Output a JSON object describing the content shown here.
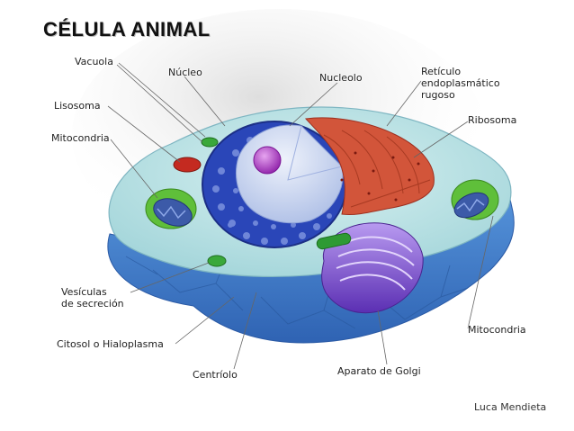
{
  "title": "CÉLULA ANIMAL",
  "author": "Luca Mendieta",
  "labels": {
    "vacuola": "Vacuola",
    "nucleo": "Núcleo",
    "nucleolo": "Nucleolo",
    "reticulo": [
      "Retículo",
      "endoplasmático",
      "rugoso"
    ],
    "lisosoma": "Lisosoma",
    "ribosoma": "Ribosoma",
    "mitocondria_left": "Mitocondria",
    "vesiculas": [
      "Vesículas",
      "de secreción"
    ],
    "citosol": "Citosol o Hialoplasma",
    "centriolo": "Centríolo",
    "golgi": "Aparato de Golgi",
    "mitocondria_right": "Mitocondria"
  },
  "colors": {
    "cytoplasm_top": "#b9e2e2",
    "membrane_side": "#3f7fc9",
    "nucleus": "#2a46b8",
    "nucleus_inner": "#c6d2f0",
    "nucleolus": "#b23ec4",
    "reticulum": "#d2553a",
    "golgi": "#7b4fd0",
    "mitochondria_outer": "#5fbf3a",
    "mitochondria_inner": "#3c5aa8",
    "lysosome": "#c42a20",
    "vacuole": "#3aa83a"
  }
}
